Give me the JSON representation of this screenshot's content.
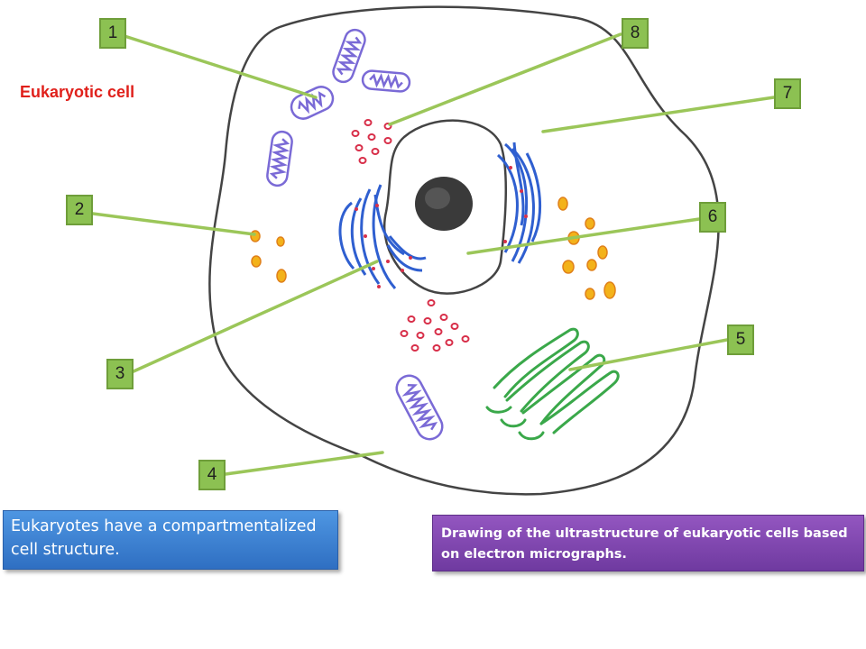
{
  "title": "Eukaryotic cell",
  "labels": [
    {
      "id": "1",
      "text": "1"
    },
    {
      "id": "2",
      "text": "2"
    },
    {
      "id": "3",
      "text": "3"
    },
    {
      "id": "4",
      "text": "4"
    },
    {
      "id": "5",
      "text": "5"
    },
    {
      "id": "6",
      "text": "6"
    },
    {
      "id": "7",
      "text": "7"
    },
    {
      "id": "8",
      "text": "8"
    }
  ],
  "captions": {
    "left": "Eukaryotes have a compartmentalized cell structure.",
    "right": "Drawing of the ultrastructure of eukaryotic cells based on electron micrographs."
  },
  "colors": {
    "label_fill": "#8cc152",
    "pointer_line": "#9bc659",
    "title": "#e0201b",
    "caption_left": "#3b82d6",
    "caption_right": "#7f46b0",
    "mitochondria": "#7a6ad6",
    "vesicles": "#d8304a",
    "lysosomes": "#f3b21a",
    "endoplasmic_reticulum": "#2f5fd0",
    "golgi": "#3aa84a",
    "nucleolus": "#3a3a3a"
  }
}
